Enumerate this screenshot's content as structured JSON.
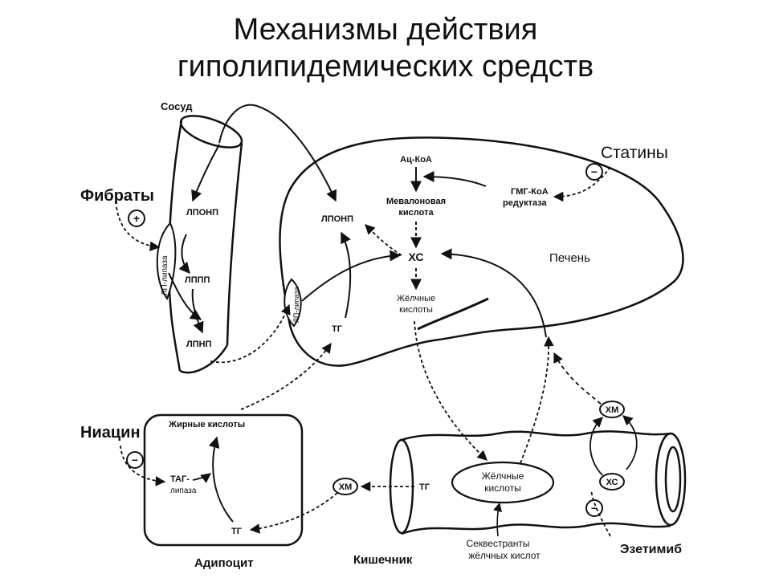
{
  "title": {
    "line1": "Механизмы действия",
    "line2": "гиполипидемических средств"
  },
  "labels": {
    "vessel": "Сосуд",
    "fibrates": "Фибраты",
    "lpl_vessel": "ЛП-липаза",
    "lpl_liver": "ЛП-липаза",
    "vldl_vessel": "ЛПОНП",
    "idl": "ЛППП",
    "ldl": "ЛПНП",
    "vldl_liver": "ЛПОНП",
    "tg_liver": "ТГ",
    "acetyl_coa": "Ац-КоА",
    "hmg_coa_line1": "ГМГ-КоА",
    "hmg_coa_line2": "редуктаза",
    "mevalonic_line1": "Мевалоновая",
    "mevalonic_line2": "кислота",
    "cholesterol": "ХС",
    "bile_acids_liver_line1": "Жёлчные",
    "bile_acids_liver_line2": "кислоты",
    "liver": "Печень",
    "statins": "Статины",
    "niacin": "Ниацин",
    "fatty_acids": "Жирные кислоты",
    "tag_lipase_line1": "ТАГ-",
    "tag_lipase_line2": "липаза",
    "tg_adipocyte": "ТГ",
    "chylomicrons_adipo": "ХМ",
    "adipocyte": "Адипоцит",
    "tg_intestine": "ТГ",
    "bile_acids_intestine_line1": "Жёлчные",
    "bile_acids_intestine_line2": "кислоты",
    "intestine": "Кишечник",
    "sequestrants_line1": "Секвестранты",
    "sequestrants_line2": "жёлчных кислот",
    "chylomicrons_intestine": "ХМ",
    "cholesterol_intestine": "ХС",
    "ezetimibe": "Эзетимиб"
  },
  "signs": {
    "plus": "+",
    "minus": "−"
  },
  "colors": {
    "line": "#111111",
    "background": "#ffffff"
  }
}
